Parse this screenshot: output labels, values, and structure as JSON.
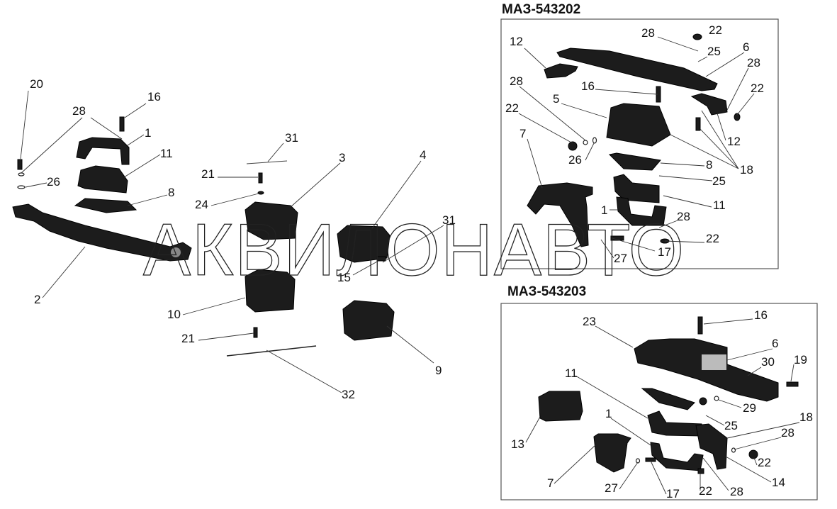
{
  "diagram": {
    "watermark": "АКВИЛОНАВТО",
    "main_assembly": {
      "labels": [
        "20",
        "16",
        "28",
        "1",
        "11",
        "26",
        "8",
        "31",
        "21",
        "3",
        "24",
        "4",
        "31",
        "15",
        "2",
        "10",
        "9",
        "21",
        "32"
      ]
    },
    "variant_a": {
      "title": "МАЗ-543202",
      "labels": [
        "28",
        "22",
        "25",
        "6",
        "12",
        "28",
        "22",
        "28",
        "16",
        "5",
        "22",
        "7",
        "26",
        "12",
        "18",
        "8",
        "25",
        "11",
        "1",
        "28",
        "22",
        "17",
        "27"
      ]
    },
    "variant_b": {
      "title": "МАЗ-543203",
      "labels": [
        "23",
        "16",
        "6",
        "30",
        "19",
        "11",
        "29",
        "1",
        "18",
        "25",
        "28",
        "13",
        "22",
        "7",
        "27",
        "17",
        "22",
        "28",
        "14"
      ]
    }
  }
}
